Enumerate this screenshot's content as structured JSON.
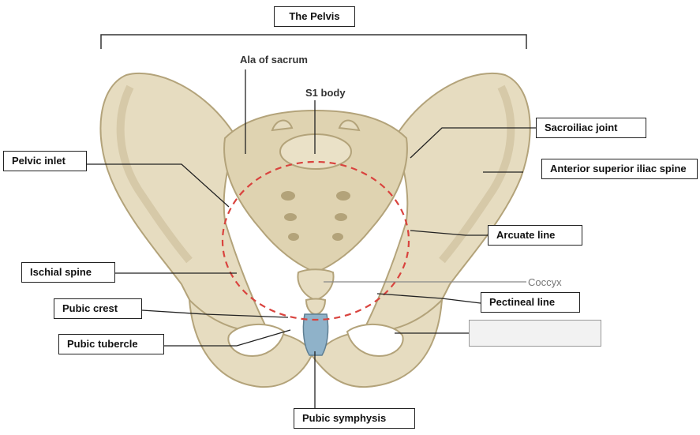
{
  "title": "The Pelvis",
  "labels": {
    "ala_of_sacrum": "Ala of sacrum",
    "s1_body": "S1 body",
    "sacroiliac_joint": "Sacroiliac joint",
    "pelvic_inlet": "Pelvic inlet",
    "asis": "Anterior superior iliac spine",
    "arcuate_line": "Arcuate line",
    "ischial_spine": "Ischial spine",
    "coccyx": "Coccyx",
    "pubic_crest": "Pubic crest",
    "pectineal_line": "Pectineal line",
    "pubic_tubercle": "Pubic tubercle",
    "pubic_symphysis": "Pubic symphysis",
    "blank": ""
  },
  "colors": {
    "bone": "#e6dcc0",
    "bone_shadow": "#cbbd97",
    "bone_dark": "#b3a37a",
    "inlet_dash": "#d9433e",
    "symphysis": "#8fb2c9"
  }
}
